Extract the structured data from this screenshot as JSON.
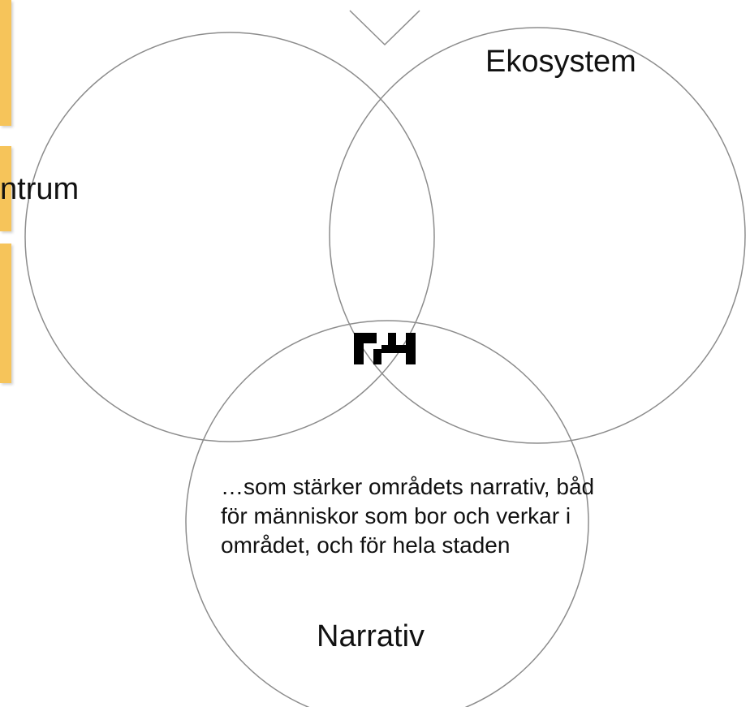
{
  "circles": {
    "left": {
      "label": "ntrum"
    },
    "right": {
      "label": "Ekosystem"
    },
    "bottom": {
      "label": "Narrativ"
    }
  },
  "description": {
    "lines": [
      "…som stärker områdets narrativ, båd",
      "för människor som bor och verkar i",
      "området, och för hela staden"
    ]
  },
  "colors": {
    "circle_stroke": "#8c8c8c",
    "tab_fill": "#f6c45a",
    "logo_fill": "#000000"
  },
  "icons": {
    "top_chevron": "chevron-down-icon",
    "center_logo": "logo-mark"
  }
}
